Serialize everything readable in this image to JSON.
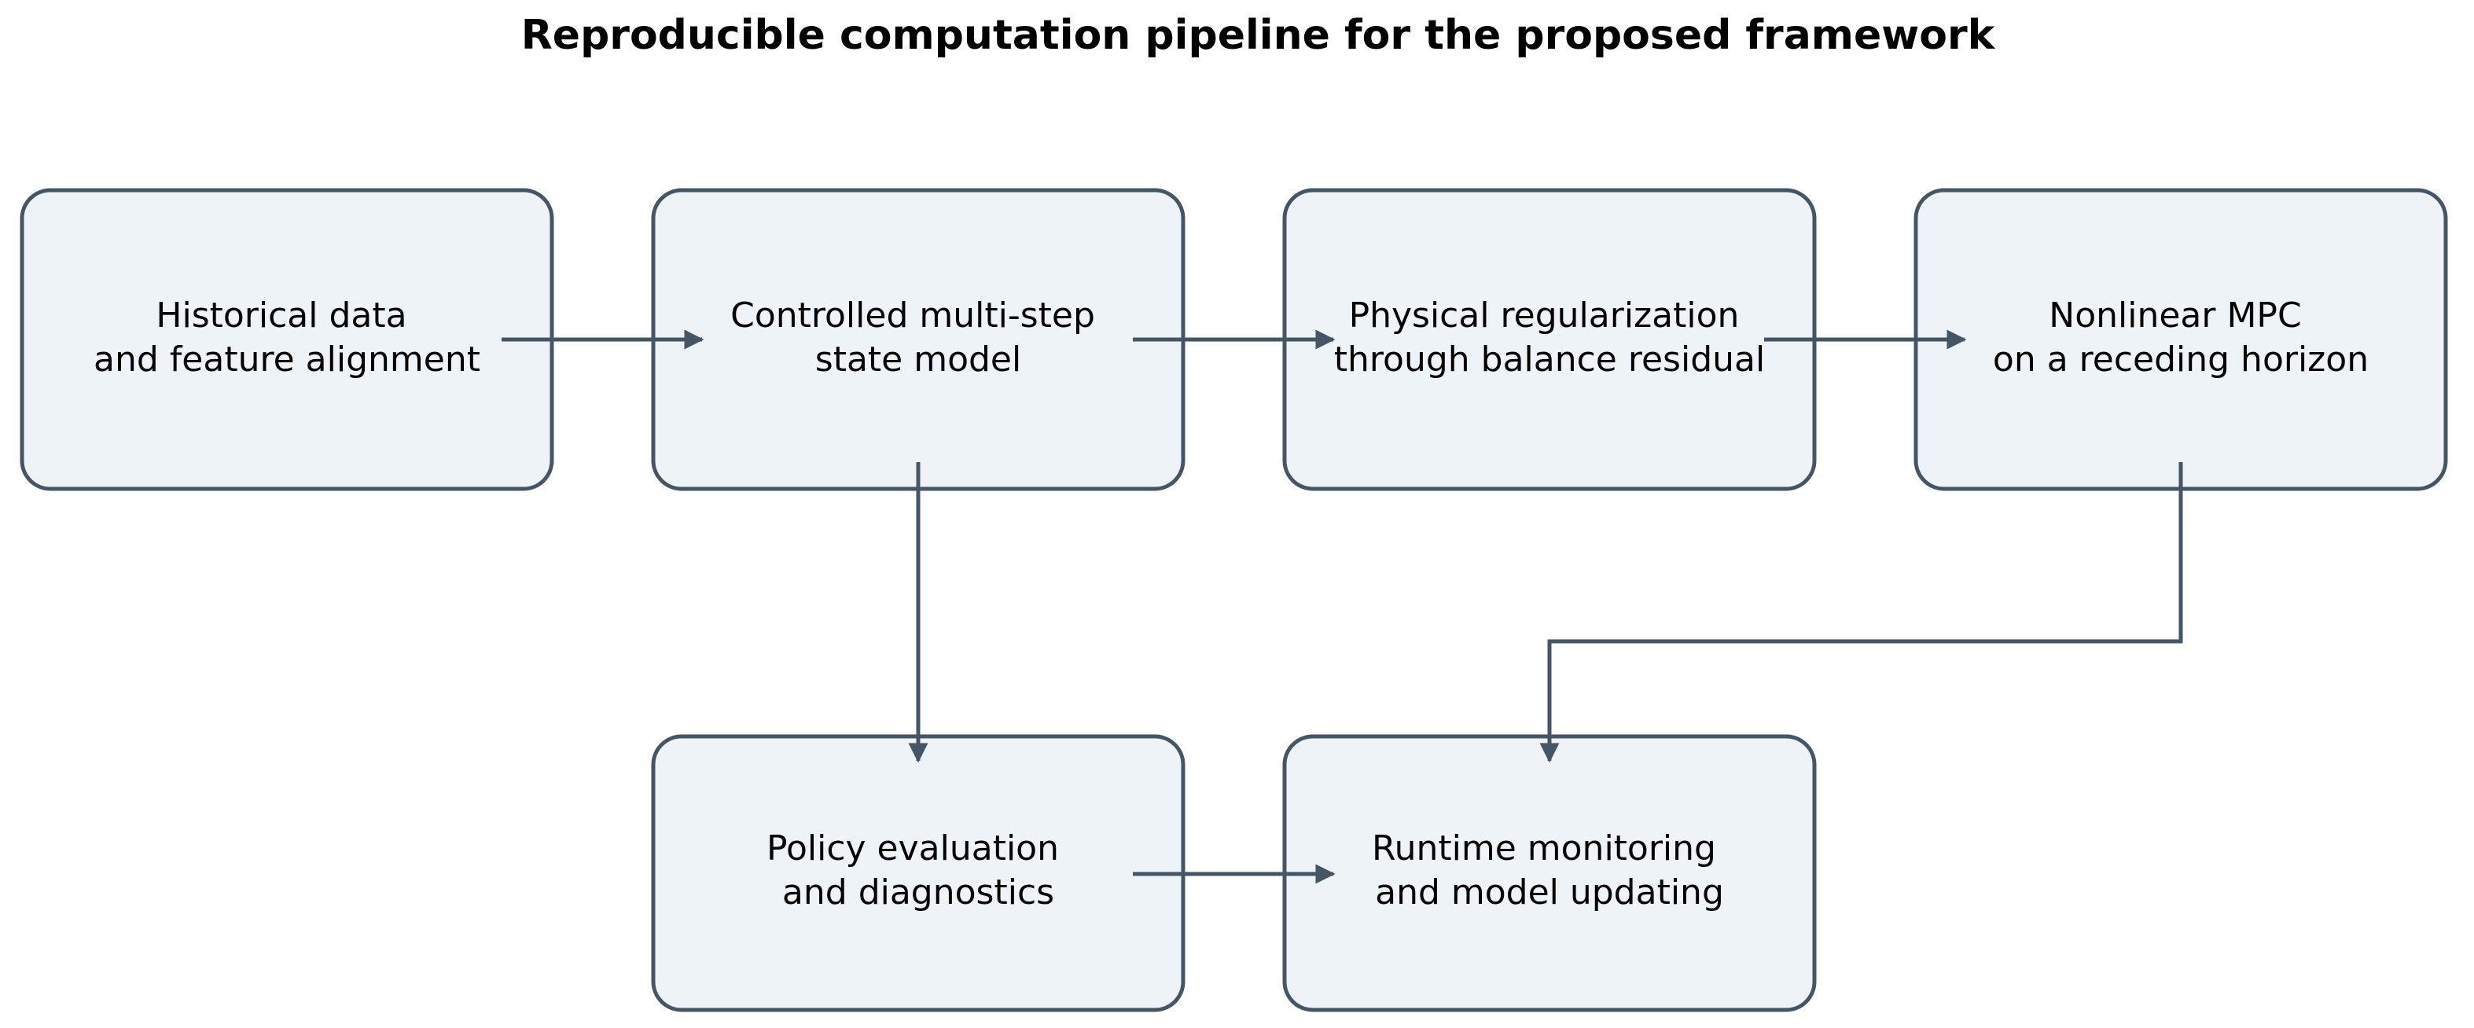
{
  "title": "Reproducible computation pipeline for the proposed framework",
  "colors": {
    "box_fill": "#eef3f7",
    "box_stroke": "#445566",
    "arrow": "#445566",
    "text": "#000000"
  },
  "nodes": {
    "historical_data": {
      "line1": "Historical data",
      "line2": "and feature alignment"
    },
    "state_model": {
      "line1": "Controlled multi-step",
      "line2": "state model"
    },
    "physical_regularization": {
      "line1": "Physical regularization",
      "line2": "through balance residual"
    },
    "nonlinear_mpc": {
      "line1": "Nonlinear MPC",
      "line2": "on a receding horizon"
    },
    "policy_evaluation": {
      "line1": "Policy evaluation",
      "line2": "and diagnostics"
    },
    "runtime_monitoring": {
      "line1": "Runtime monitoring",
      "line2": "and model updating"
    }
  },
  "edges": [
    {
      "from": "historical_data",
      "to": "state_model"
    },
    {
      "from": "state_model",
      "to": "physical_regularization"
    },
    {
      "from": "physical_regularization",
      "to": "nonlinear_mpc"
    },
    {
      "from": "state_model",
      "to": "policy_evaluation"
    },
    {
      "from": "nonlinear_mpc",
      "to": "runtime_monitoring"
    },
    {
      "from": "policy_evaluation",
      "to": "runtime_monitoring"
    }
  ]
}
